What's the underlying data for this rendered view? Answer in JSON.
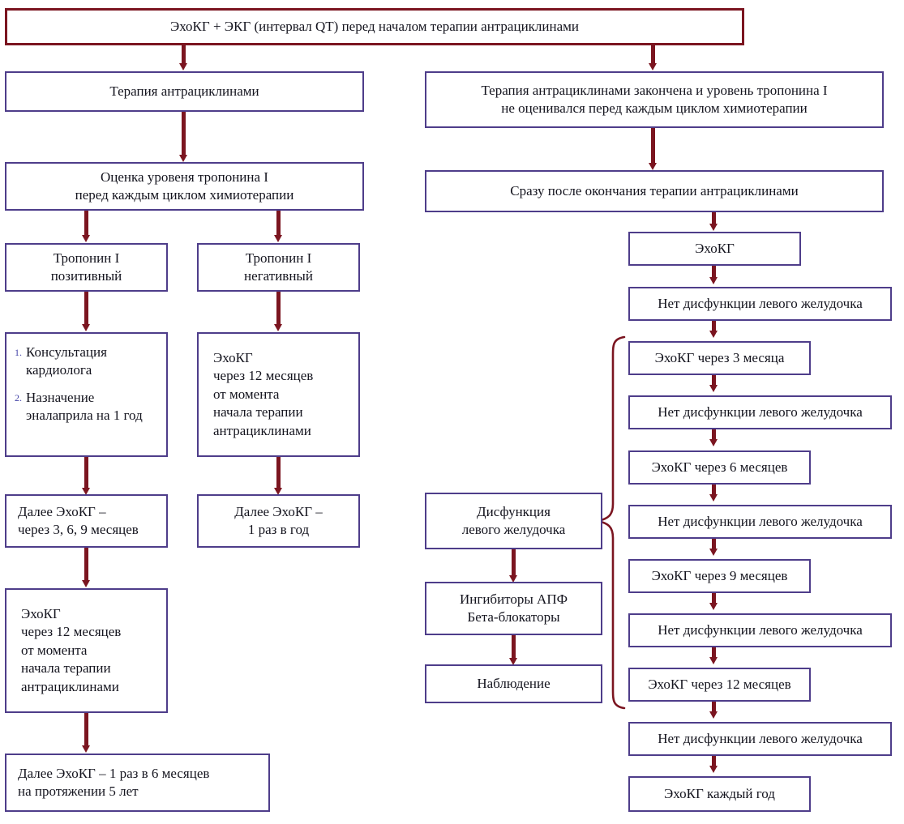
{
  "diagram": {
    "title_box": "ЭхоКГ + ЭКГ (интервал QT) перед началом терапии антрациклинами",
    "left_branch": {
      "therapy": "Терапия антрациклинами",
      "troponin_eval": {
        "line1": "Оценка уровеня тропонина I",
        "line2": "перед каждым циклом химиотерапии"
      },
      "troponin_positive": {
        "line1": "Тропонин I",
        "line2": "позитивный"
      },
      "troponin_negative": {
        "line1": "Тропонин I",
        "line2": "негативный"
      },
      "positive_actions": [
        {
          "num": "1.",
          "lines": [
            "Консультация",
            "кардиолога"
          ]
        },
        {
          "num": "2.",
          "lines": [
            "Назначение",
            "эналаприла на 1 год"
          ]
        }
      ],
      "negative_echo": {
        "lines": [
          "ЭхоКГ",
          "через 12 месяцев",
          "от момента",
          "начала терапии",
          "антрациклинами"
        ]
      },
      "followup_positive": {
        "line1": "Далее ЭхоКГ –",
        "line2": "через 3, 6, 9 месяцев"
      },
      "followup_negative": {
        "line1": "Далее ЭхоКГ –",
        "line2": "1 раз в год"
      },
      "echo_12_months": {
        "lines": [
          "ЭхоКГ",
          "через 12 месяцев",
          "от момента",
          "начала терапии",
          "антрациклинами"
        ]
      },
      "final_followup": {
        "line1": "Далее ЭхоКГ – 1 раз в 6 месяцев",
        "line2": "на протяжении 5 лет"
      }
    },
    "right_branch": {
      "therapy_finished": {
        "line1": "Терапия антрациклинами закончена и уровень тропонина I",
        "line2": "не оценивался перед каждым циклом химиотерапии"
      },
      "right_after": "Сразу после окончания терапии антрациклинами",
      "echo": "ЭхоКГ",
      "no_dysfunction": "Нет дисфункции левого желудочка",
      "echo_3_months": "ЭхоКГ через 3 месяца",
      "echo_6_months": "ЭхоКГ через 6 месяцев",
      "echo_9_months": "ЭхоКГ через 9 месяцев",
      "echo_12_months": "ЭхоКГ через 12 месяцев",
      "echo_yearly": "ЭхоКГ каждый год",
      "dysfunction": {
        "line1": "Дисфункция",
        "line2": "левого желудочка"
      },
      "medications": {
        "line1": "Ингибиторы АПФ",
        "line2": "Бета-блокаторы"
      },
      "observation": "Наблюдение"
    }
  },
  "colors": {
    "accent_border": "#7b1520",
    "box_border": "#4e3d8a",
    "arrow": "#7b1520",
    "list_number": "#4545a8",
    "text": "#14141e",
    "background": "#ffffff"
  }
}
